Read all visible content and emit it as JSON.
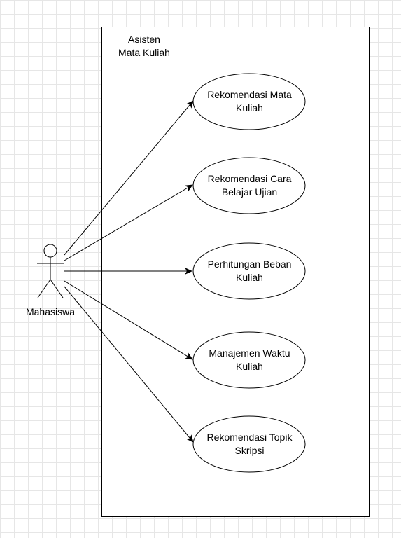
{
  "system": {
    "title": "Asisten\nMata Kuliah"
  },
  "actor": {
    "name": "Mahasiswa"
  },
  "use_cases": [
    {
      "label": "Rekomendasi Mata\nKuliah"
    },
    {
      "label": "Rekomendasi Cara\nBelajar Ujian"
    },
    {
      "label": "Perhitungan Beban\nKuliah"
    },
    {
      "label": "Manajemen Waktu\nKuliah"
    },
    {
      "label": "Rekomendasi Topik\nSkripsi"
    }
  ],
  "colors": {
    "stroke": "#000000",
    "fill": "#ffffff",
    "grid": "#e6e6e6"
  }
}
